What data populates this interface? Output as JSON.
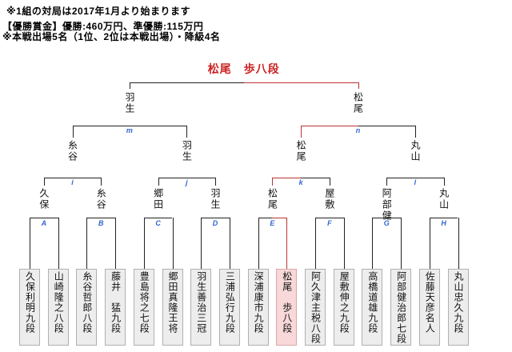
{
  "header": {
    "line1": "※1組の対局は2017年1月より始まります",
    "line2": "【優勝賞金】優勝:460万円、準優勝:115万円",
    "line3": "※本戦出場5名（1位、2位は本戦出場）・降級4名"
  },
  "champion": "松尾　歩八段",
  "colors": {
    "line": "#222222",
    "win_path": "#bb3333",
    "champion_text": "#cc2222",
    "label_blue": "#3366cc",
    "box_bg": "#ededed",
    "box_border": "#b0b0b0",
    "winner_box_bg": "#f8d8d8",
    "winner_box_border": "#d9a8a8"
  },
  "bracket": {
    "players": [
      {
        "name": "久保利明九段",
        "winner": false
      },
      {
        "name": "山崎隆之八段",
        "winner": false
      },
      {
        "name": "糸谷哲郎八段",
        "winner": false
      },
      {
        "name": "藤井　猛九段",
        "winner": false
      },
      {
        "name": "豊島将之七段",
        "winner": false
      },
      {
        "name": "郷田真隆王将",
        "winner": false
      },
      {
        "name": "羽生善治三冠",
        "winner": false
      },
      {
        "name": "三浦弘行九段",
        "winner": false
      },
      {
        "name": "深浦康市九段",
        "winner": false
      },
      {
        "name": "松尾　歩八段",
        "winner": true
      },
      {
        "name": "阿久津主税八段",
        "winner": false
      },
      {
        "name": "屋敷伸之九段",
        "winner": false
      },
      {
        "name": "高橋道雄九段",
        "winner": false
      },
      {
        "name": "阿部健治郎七段",
        "winner": false
      },
      {
        "name": "佐藤天彦名人",
        "winner": false
      },
      {
        "name": "丸山忠久九段",
        "winner": false
      }
    ],
    "round1": [
      {
        "label": "A",
        "winner_name": "久保",
        "red_side": null
      },
      {
        "label": "B",
        "winner_name": "糸谷",
        "red_side": null
      },
      {
        "label": "C",
        "winner_name": "郷田",
        "red_side": null
      },
      {
        "label": "D",
        "winner_name": "羽生",
        "red_side": null
      },
      {
        "label": "E",
        "winner_name": "松尾",
        "red_side": "right"
      },
      {
        "label": "F",
        "winner_name": "屋敷",
        "red_side": null
      },
      {
        "label": "G",
        "winner_name": "阿部健",
        "red_side": null
      },
      {
        "label": "H",
        "winner_name": "丸山",
        "red_side": null
      }
    ],
    "quarterfinals": [
      {
        "label": "i",
        "winner_name": "糸谷",
        "red_side": null
      },
      {
        "label": "j",
        "winner_name": "羽生",
        "red_side": null
      },
      {
        "label": "k",
        "winner_name": "松尾",
        "red_side": "left"
      },
      {
        "label": "l",
        "winner_name": "丸山",
        "red_side": null
      }
    ],
    "semifinals": [
      {
        "label": "m",
        "winner_name": "羽生",
        "red_side": null
      },
      {
        "label": "n",
        "winner_name": "松尾",
        "red_side": "left"
      }
    ],
    "final": {
      "red_side": "right"
    }
  }
}
